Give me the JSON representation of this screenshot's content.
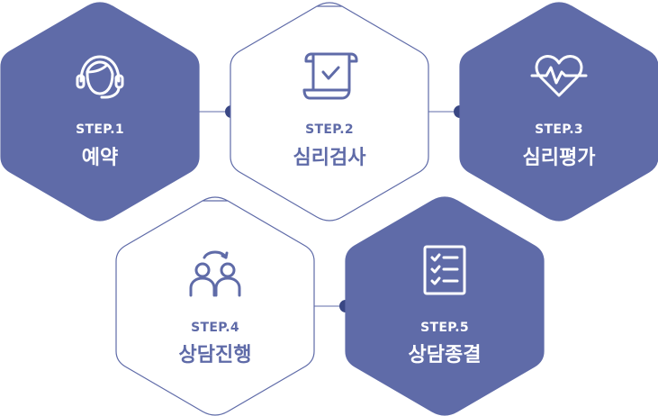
{
  "colors": {
    "primary": "#5f6ba8",
    "dot": "#3a4784",
    "background": "#ffffff"
  },
  "steps": [
    {
      "label": "STEP.1",
      "title": "예약",
      "icon": "headset-icon",
      "style": "filled"
    },
    {
      "label": "STEP.2",
      "title": "심리검사",
      "icon": "document-check-icon",
      "style": "outline"
    },
    {
      "label": "STEP.3",
      "title": "심리평가",
      "icon": "heartbeat-icon",
      "style": "filled"
    },
    {
      "label": "STEP.4",
      "title": "상담진행",
      "icon": "people-exchange-icon",
      "style": "outline"
    },
    {
      "label": "STEP.5",
      "title": "상담종결",
      "icon": "checklist-icon",
      "style": "filled"
    }
  ]
}
